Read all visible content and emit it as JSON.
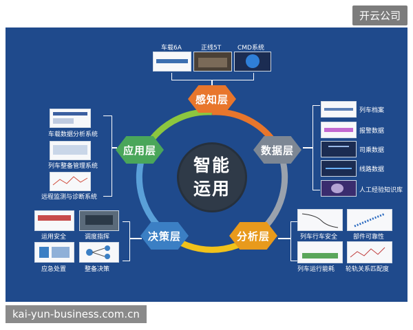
{
  "watermarks": {
    "top": "开云公司",
    "bottom": "kai-yun-business.com.cn"
  },
  "center": {
    "line1": "智能",
    "line2": "运用"
  },
  "layers": {
    "perception": "感知层",
    "data": "数据层",
    "analysis": "分析层",
    "decision": "决策层",
    "application": "应用层"
  },
  "perception_items": [
    "车载6A",
    "正线5T",
    "CMD系统"
  ],
  "data_items": [
    "列车档案",
    "报警数据",
    "司乘数据",
    "线路数据",
    "人工经验知识库"
  ],
  "analysis_items": [
    "列车行车安全",
    "部件可靠性",
    "列车运行能耗",
    "轮轨关系匹配度"
  ],
  "decision_items": [
    "运用安全",
    "调度指挥",
    "应急处置",
    "整备决策"
  ],
  "application_items": [
    "车载数据分析系统",
    "列车整备管理系统",
    "远程监测与诊断系统"
  ],
  "colors": {
    "background": "#1f4a8c",
    "perception": "#e8762c",
    "data": "#7d8794",
    "analysis": "#e89a1c",
    "decision": "#3b7fc4",
    "application": "#4aa65a",
    "center": "#2f3a48"
  }
}
